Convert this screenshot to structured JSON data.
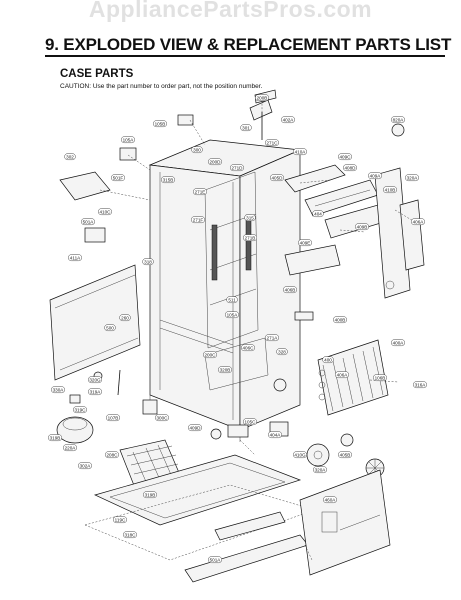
{
  "watermark": "AppliancePartsPros.com",
  "header": {
    "title": "9. EXPLODED VIEW & REPLACEMENT PARTS LIST"
  },
  "section": {
    "heading": "CASE PARTS",
    "caution": "CAUTION: Use the part number to order part, not the position number."
  },
  "part_labels": [
    "200B",
    "402A",
    "105B",
    "301",
    "271C",
    "410A",
    "409C",
    "105A",
    "300",
    "408D",
    "820A",
    "302",
    "501F",
    "200D",
    "271D",
    "315B",
    "271E",
    "410C",
    "405D",
    "409A",
    "320A",
    "410B",
    "271F",
    "271B",
    "404",
    "409B",
    "406A",
    "501A",
    "318",
    "315",
    "409E",
    "411A",
    "511",
    "406B",
    "105A",
    "400B",
    "271A",
    "406C",
    "320B",
    "328",
    "106B",
    "500",
    "320G",
    "200C",
    "406A",
    "400",
    "260",
    "316A",
    "330A",
    "319A",
    "400A",
    "319C",
    "300C",
    "107B",
    "105C",
    "404A",
    "410G",
    "405B",
    "320A",
    "460A",
    "319B",
    "220A",
    "302A",
    "319B",
    "409D",
    "208C",
    "119C",
    "318C",
    "501A"
  ]
}
